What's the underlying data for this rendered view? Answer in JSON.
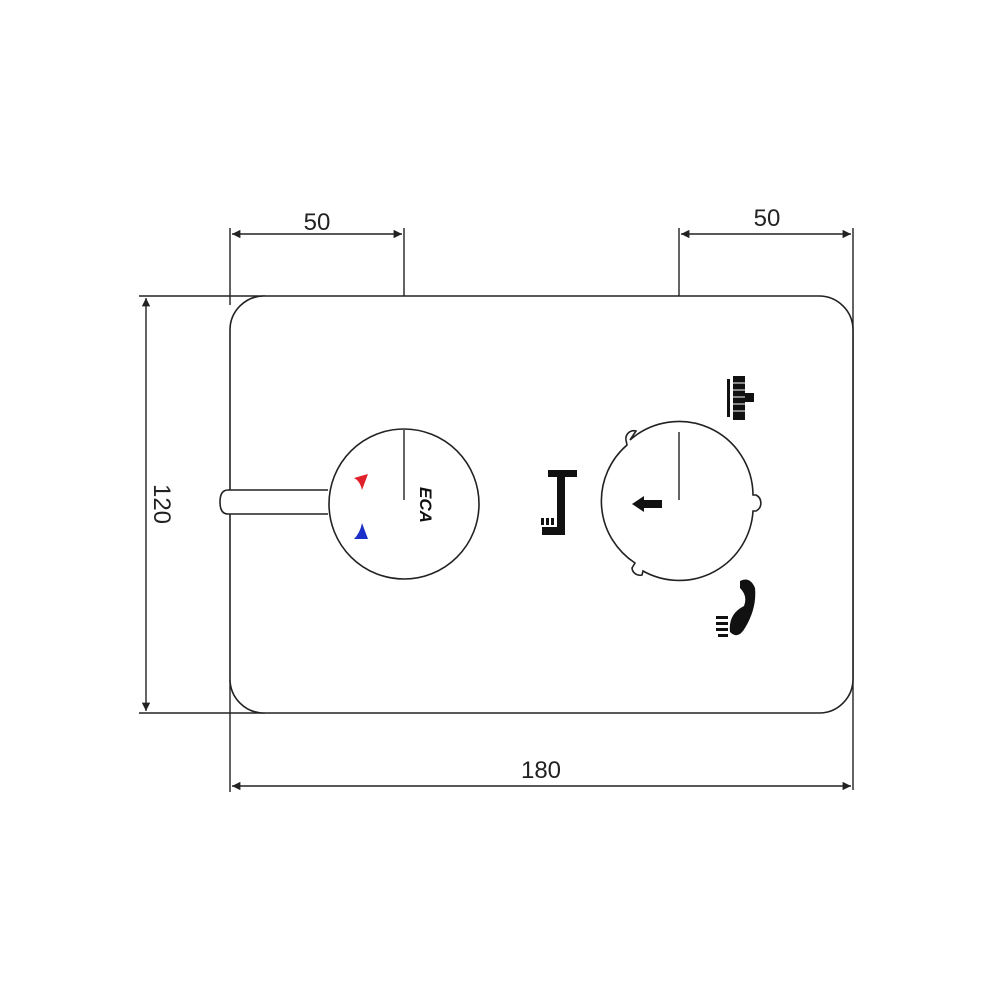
{
  "dimensions": {
    "left_knob_offset": "50",
    "right_knob_offset": "50",
    "height": "120",
    "width": "180"
  },
  "logo": {
    "text": "ECA"
  },
  "colors": {
    "line": "#222222",
    "hot": "#e0202a",
    "cold": "#1c2fc8"
  },
  "icons": {
    "left_knob": [
      "hot-water-icon",
      "cold-water-icon"
    ],
    "center": "bath-spout-icon",
    "right_knob": [
      "arrow-left-icon",
      "overhead-shower-icon",
      "hand-shower-icon"
    ]
  }
}
